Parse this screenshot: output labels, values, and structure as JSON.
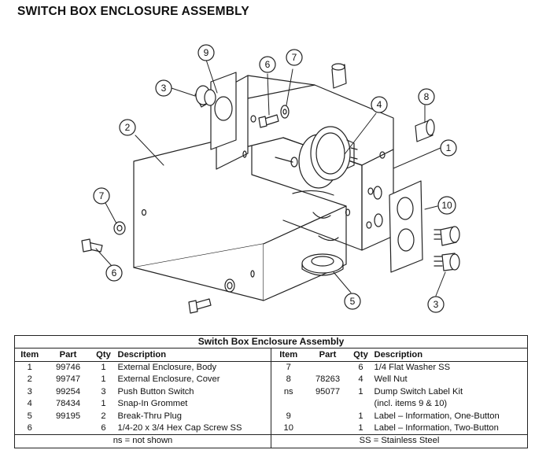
{
  "title": "SWITCH BOX ENCLOSURE ASSEMBLY",
  "callouts": [
    "9",
    "6",
    "7",
    "3",
    "4",
    "8",
    "2",
    "1",
    "7",
    "10",
    "6",
    "5",
    "3"
  ],
  "table": {
    "title": "Switch Box Enclosure Assembly",
    "headers": [
      "Item",
      "Part",
      "Qty",
      "Description",
      "Item",
      "Part",
      "Qty",
      "Description"
    ],
    "rows": [
      {
        "left": {
          "item": "1",
          "part": "99746",
          "qty": "1",
          "desc": "External Enclosure, Body"
        },
        "right": {
          "item": "7",
          "part": "",
          "qty": "6",
          "desc": "1/4 Flat Washer SS"
        }
      },
      {
        "left": {
          "item": "2",
          "part": "99747",
          "qty": "1",
          "desc": "External Enclosure, Cover"
        },
        "right": {
          "item": "8",
          "part": "78263",
          "qty": "4",
          "desc": "Well Nut"
        }
      },
      {
        "left": {
          "item": "3",
          "part": "99254",
          "qty": "3",
          "desc": "Push Button Switch"
        },
        "right": {
          "item": "ns",
          "part": "95077",
          "qty": "1",
          "desc": "Dump Switch Label Kit"
        }
      },
      {
        "left": {
          "item": "4",
          "part": "78434",
          "qty": "1",
          "desc": "Snap-In Grommet"
        },
        "right": {
          "item": "",
          "part": "",
          "qty": "",
          "desc": "(incl. items 9 & 10)"
        }
      },
      {
        "left": {
          "item": "5",
          "part": "99195",
          "qty": "2",
          "desc": "Break-Thru Plug"
        },
        "right": {
          "item": "9",
          "part": "",
          "qty": "1",
          "desc": "Label – Information, One-Button"
        }
      },
      {
        "left": {
          "item": "6",
          "part": "",
          "qty": "6",
          "desc": "1/4-20 x 3/4 Hex Cap Screw SS"
        },
        "right": {
          "item": "10",
          "part": "",
          "qty": "1",
          "desc": "Label – Information, Two-Button"
        }
      }
    ],
    "footer_left": "ns = not shown",
    "footer_right": "SS = Stainless Steel"
  }
}
